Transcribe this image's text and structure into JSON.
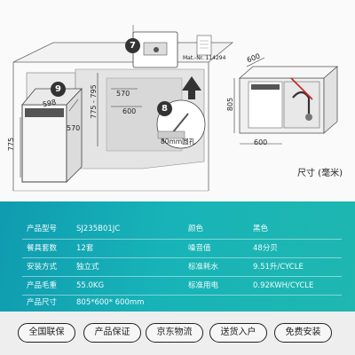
{
  "diagram": {
    "dims": {
      "d598": "598",
      "d570a": "570",
      "d775": "775",
      "d775_795": "775 - 795",
      "d570b": "570",
      "d600a": "600",
      "d600b": "600",
      "d600c": "600",
      "d805": "805"
    },
    "steps": {
      "s7": "7",
      "s8": "8",
      "s9": "9"
    },
    "mat_label": "Mat.-Nr. 114294",
    "hole_label": "80mm圆孔",
    "unit_label": "尺寸 (毫米)"
  },
  "specs": {
    "rows": [
      {
        "label1": "产品型号",
        "value1": "SJ235B01JC",
        "label2": "颜色",
        "value2": "黑色"
      },
      {
        "label1": "餐具套数",
        "value1": "12套",
        "label2": "噪音值",
        "value2": "48分贝"
      },
      {
        "label1": "安装方式",
        "value1": "独立式",
        "label2": "标准耗水",
        "value2": "9.51升/CYCLE"
      },
      {
        "label1": "产品毛重",
        "value1": "55.0KG",
        "label2": "标准用电",
        "value2": "0.92KWH/CYCLE"
      },
      {
        "label1": "产品尺寸",
        "value1": "805*600* 600mm",
        "label2": "",
        "value2": ""
      }
    ]
  },
  "services": [
    "全国联保",
    "产品保证",
    "京东物流",
    "送货入户",
    "免费安装"
  ]
}
